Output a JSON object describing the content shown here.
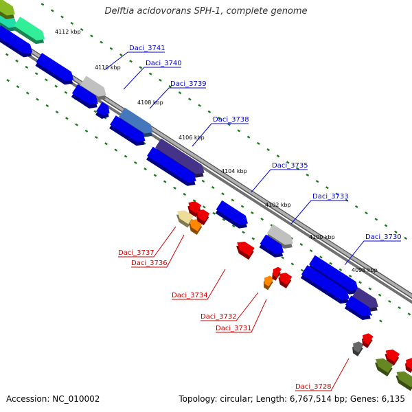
{
  "title": "Delftia acidovorans SPH-1, complete genome",
  "footer": {
    "accession": "Accession: NC_010002",
    "topology": "Topology: circular; Length: 6,767,514 bp; Genes: 6,135"
  },
  "colors": {
    "forward_label": "#0000cc",
    "reverse_label": "#cc0000",
    "backbone": "#808080",
    "tick": "#1a7a1a",
    "forward_gene": "#0000ee",
    "reverse_gene": "#ee0000"
  },
  "ruler": [
    "4112 kbp",
    "4110 kbp",
    "4108 kbp",
    "4106 kbp",
    "4104 kbp",
    "4102 kbp",
    "4100 kbp",
    "4098 kbp"
  ],
  "forward_genes": [
    "Daci_3741",
    "Daci_3740",
    "Daci_3739",
    "Daci_3738",
    "Daci_3735",
    "Daci_3733",
    "Daci_3730"
  ],
  "reverse_genes": [
    "Daci_3737",
    "Daci_3736",
    "Daci_3734",
    "Daci_3732",
    "Daci_3731",
    "Daci_3728"
  ]
}
